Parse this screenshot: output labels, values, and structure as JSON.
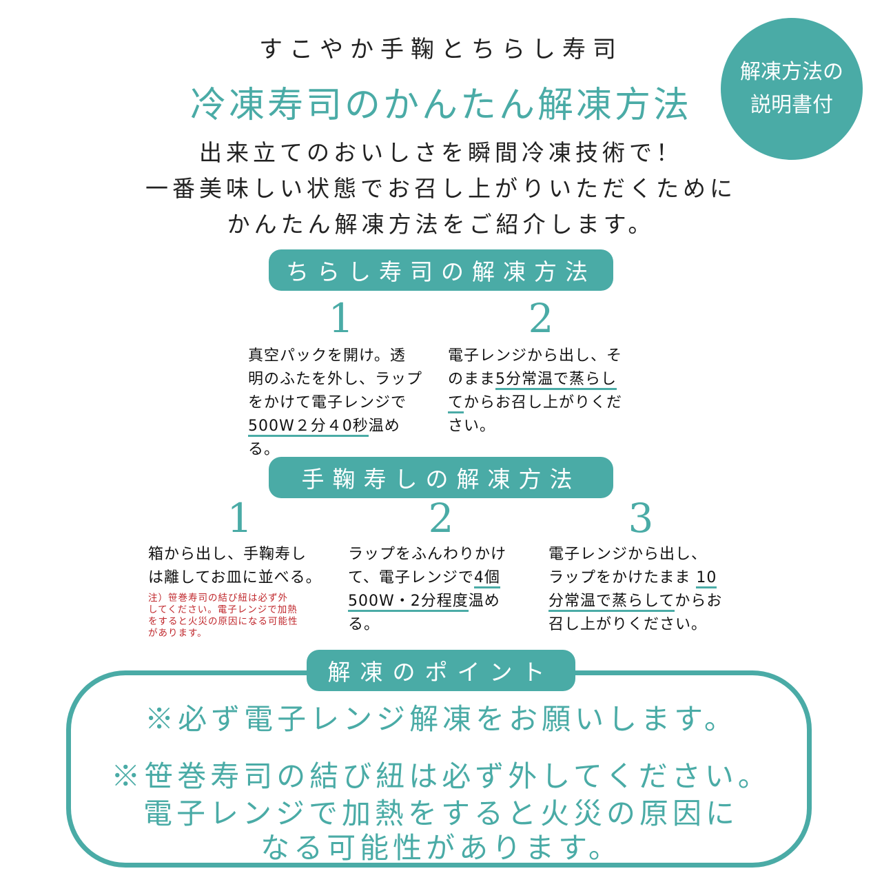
{
  "header": {
    "brand": "すこやか手鞠とちらし寿司",
    "title": "冷凍寿司のかんたん解凍方法",
    "intro": [
      "出来立てのおいしさを瞬間冷凍技術で！",
      "一番美味しい状態でお召し上がりいただくために",
      "かんたん解凍方法をご紹介します。"
    ]
  },
  "badge": {
    "line1": "解凍方法の",
    "line2": "説明書付"
  },
  "chirashi": {
    "heading": "ちらし寿司の解凍方法",
    "steps": [
      {
        "num": "1",
        "lines": [
          "真空パックを開け。透",
          "明のふたを外し、ラップ",
          "をかけて電子レンジで"
        ],
        "highlight": "500W２分４0秒",
        "after": "温め",
        "last": "る。"
      },
      {
        "num": "2",
        "line1": "電子レンジから出し、そ",
        "pre": "のまま",
        "highlight": "5分常温で蒸らし",
        "highlight2": "て",
        "post": "からお召し上がりくだ",
        "last": "さい。"
      }
    ]
  },
  "temari": {
    "heading": "手鞠寿しの解凍方法",
    "steps": [
      {
        "num": "1",
        "lines": [
          "箱から出し、手鞠寿し",
          "は離してお皿に並べる。"
        ],
        "note": [
          "注）笹巻寿司の結び紐は必ず外",
          "してください。電子レンジで加熱",
          "をすると火災の原因になる可能性",
          "があります。"
        ]
      },
      {
        "num": "2",
        "line1": "ラップをふんわりかけ",
        "pre": "て、電子レンジで",
        "highlight": "4個",
        "highlight2": "500W・2分程度",
        "post": "温め",
        "last": "る。"
      },
      {
        "num": "3",
        "line1": "電子レンジから出し、",
        "pre": "ラップをかけたまま ",
        "highlight": "10",
        "highlight2": "分常温で蒸らして",
        "post": "からお",
        "last": "召し上がりください。"
      }
    ]
  },
  "points": {
    "heading": "解凍のポイント",
    "line1": "※必ず電子レンジ解凍をお願いします。",
    "line2": "※笹巻寿司の結び紐は必ず外してください。",
    "line3": "電子レンジで加熱をすると火災の原因に",
    "line4": "なる可能性があります。"
  },
  "colors": {
    "accent": "#4aaba6",
    "note": "#c0282d"
  }
}
